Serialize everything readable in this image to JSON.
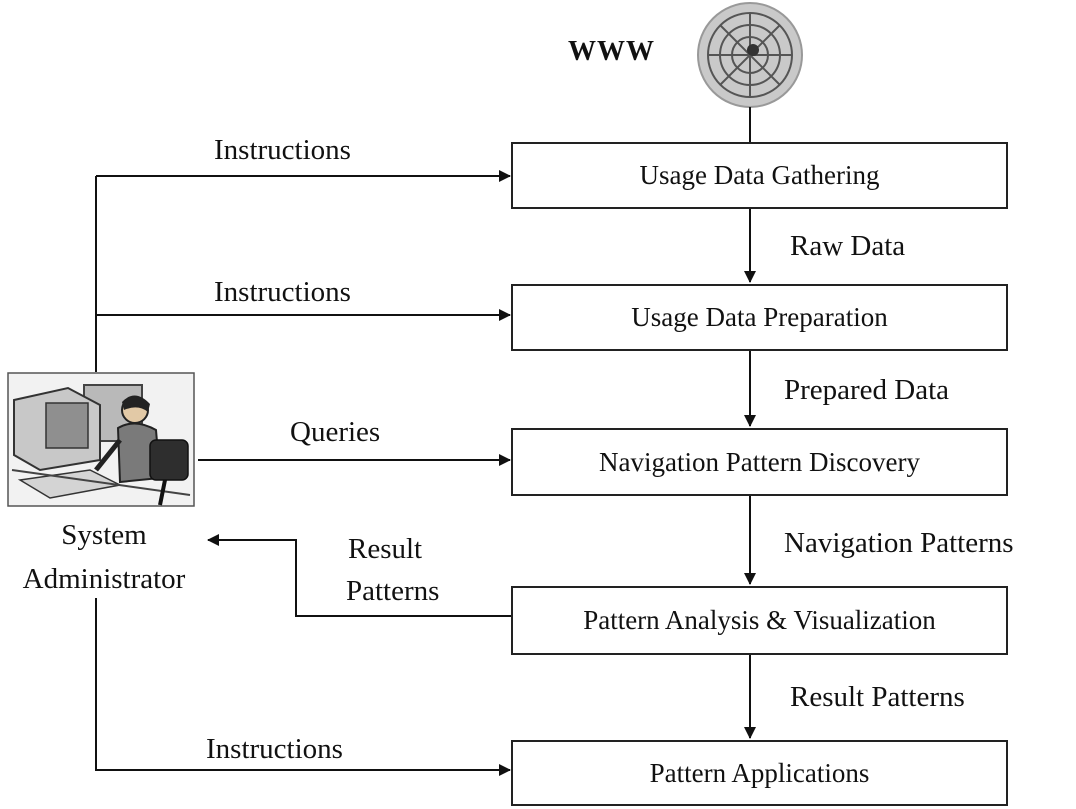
{
  "diagram": {
    "web_label": "WWW",
    "stages": [
      {
        "label": "Usage Data Gathering"
      },
      {
        "label": "Usage Data Preparation"
      },
      {
        "label": "Navigation Pattern Discovery"
      },
      {
        "label": "Pattern Analysis & Visualization"
      },
      {
        "label": "Pattern Applications"
      }
    ],
    "flow_labels": [
      "Raw Data",
      "Prepared Data",
      "Navigation Patterns",
      "Result Patterns"
    ],
    "admin_edges": {
      "instructions_1": "Instructions",
      "instructions_2": "Instructions",
      "queries": "Queries",
      "result_line1": "Result",
      "result_line2": "Patterns",
      "instructions_3": "Instructions"
    },
    "actor": {
      "line1": "System",
      "line2": "Administrator",
      "icon": "computer-user-icon"
    },
    "web_icon": "spider-web-icon"
  }
}
